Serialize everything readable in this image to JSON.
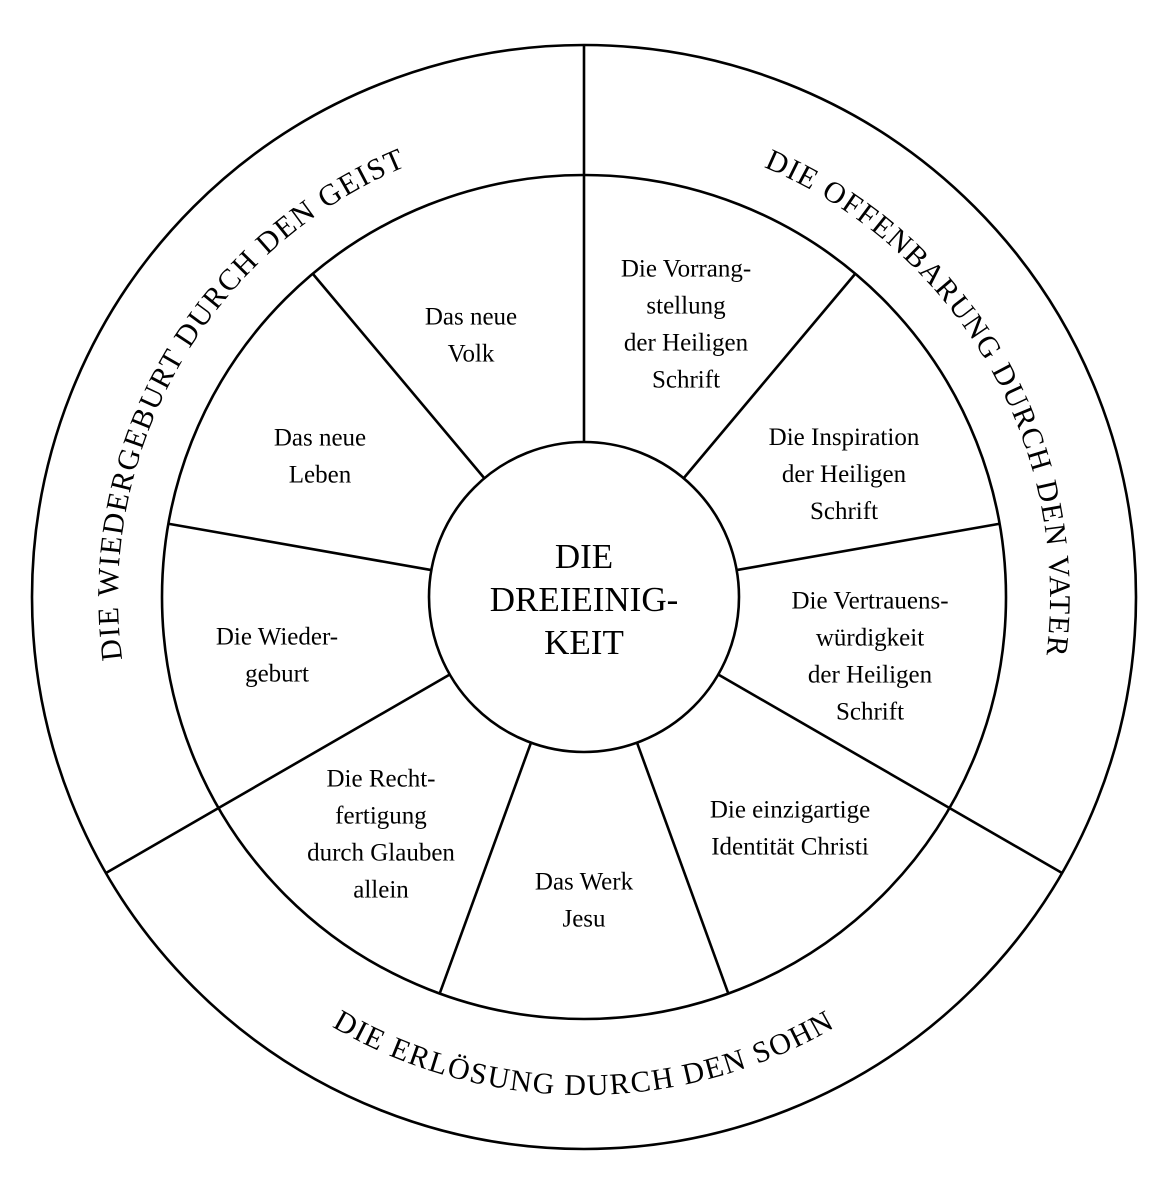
{
  "center": {
    "lines": [
      "DIE",
      "DREIEINIG-",
      "KEIT"
    ]
  },
  "ring": {
    "left": "DIE WIEDERGEBURT DURCH DEN GEIST",
    "right": "DIE OFFENBARUNG DURCH DEN VATER",
    "bottom": "DIE ERLÖSUNG DURCH DEN SOHN"
  },
  "segments": [
    {
      "lines": [
        "Das neue",
        "Volk"
      ]
    },
    {
      "lines": [
        "Die Vorrang-",
        "stellung",
        "der Heiligen",
        "Schrift"
      ]
    },
    {
      "lines": [
        "Die Inspiration",
        "der Heiligen",
        "Schrift"
      ]
    },
    {
      "lines": [
        "Die Vertrauens-",
        "würdigkeit",
        "der Heiligen",
        "Schrift"
      ]
    },
    {
      "lines": [
        "Die einzigartige",
        "Identität Christi"
      ]
    },
    {
      "lines": [
        "Das Werk",
        "Jesu"
      ]
    },
    {
      "lines": [
        "Die Recht-",
        "fertigung",
        "durch Glauben",
        "allein"
      ]
    },
    {
      "lines": [
        "Die Wieder-",
        "geburt"
      ]
    },
    {
      "lines": [
        "Das neue",
        "Leben"
      ]
    }
  ]
}
